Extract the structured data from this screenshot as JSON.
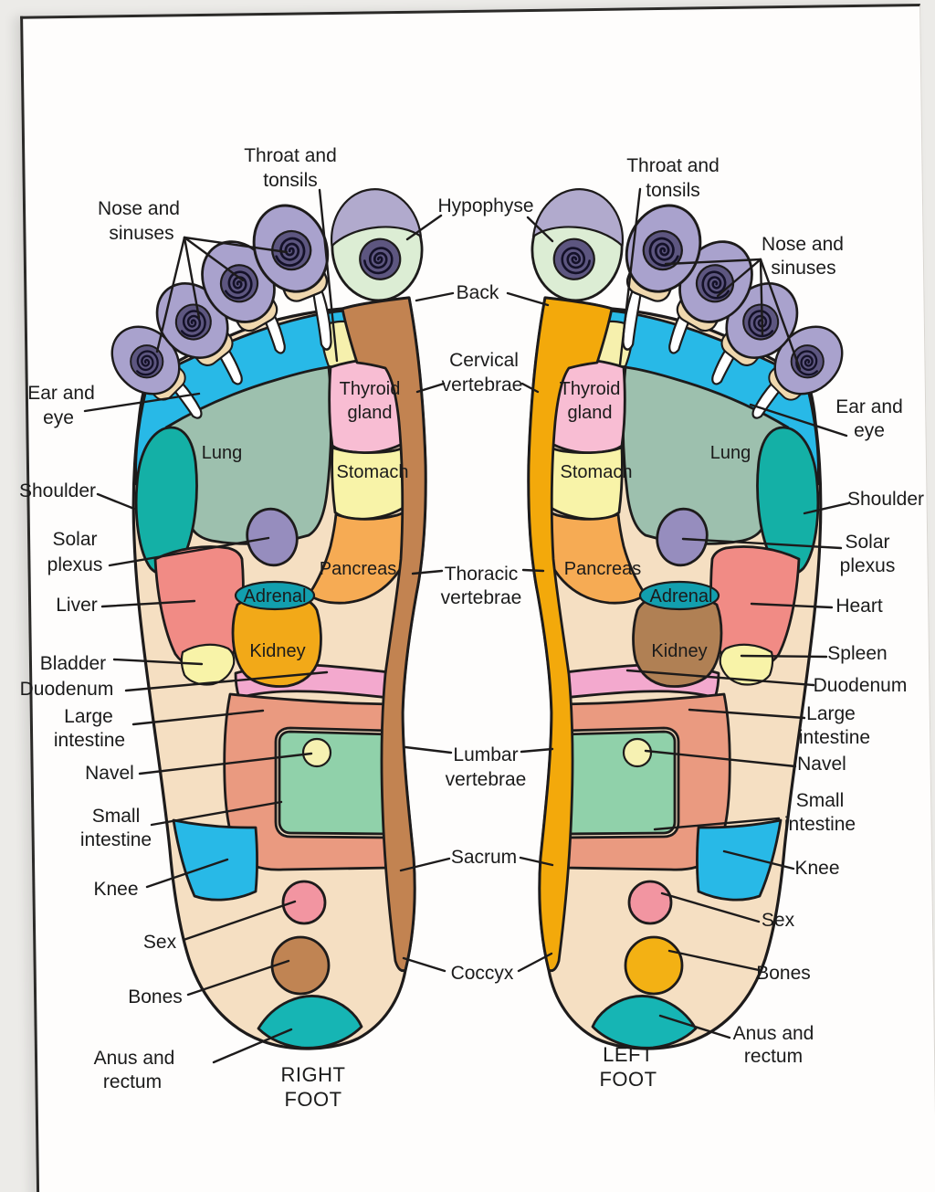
{
  "poster_type": "foot-reflexology-chart",
  "captions": {
    "right_line1": "RIGHT",
    "right_line2": "FOOT",
    "left_line1": "LEFT",
    "left_line2": "FOOT"
  },
  "labels": {
    "throat_l1": "Throat and",
    "throat_l2": "tonsils",
    "nose_l1": "Nose and",
    "nose_l2": "sinuses",
    "hypophyse": "Hypophyse",
    "back": "Back",
    "cervical_l1": "Cervical",
    "cervical_l2": "vertebrae",
    "thoracic_l1": "Thoracic",
    "thoracic_l2": "vertebrae",
    "lumbar_l1": "Lumbar",
    "lumbar_l2": "vertebrae",
    "sacrum": "Sacrum",
    "coccyx": "Coccyx",
    "ear_l1": "Ear and",
    "ear_l2": "eye",
    "shoulder": "Shoulder",
    "solar_l1": "Solar",
    "solar_l2": "plexus",
    "liver": "Liver",
    "heart": "Heart",
    "bladder": "Bladder",
    "spleen": "Spleen",
    "duodenum": "Duodenum",
    "large_l1": "Large",
    "large_l2": "intestine",
    "navel": "Navel",
    "small_l1": "Small",
    "small_l2": "intestine",
    "knee": "Knee",
    "sex": "Sex",
    "bones": "Bones",
    "anus_l1": "Anus and",
    "anus_l2": "rectum",
    "lung": "Lung",
    "thyroid_l1": "Thyroid",
    "thyroid_l2": "gland",
    "stomach": "Stomach",
    "pancreas": "Pancreas",
    "adrenal": "Adrenal",
    "kidney": "Kidney"
  },
  "colors": {
    "outline": "#1d1b1b",
    "sole": "#f5dfc2",
    "toe_lavender": "#a9a2cd",
    "toe_base_cream": "#f0d8ae",
    "big_toe_green": "#dcedd4",
    "toe_cap_lavender": "#b1aacd",
    "spiral_disc": "#5d5680",
    "spiral_line": "#141128",
    "ear_eye_blue": "#28b9e7",
    "shoulder_teal": "#14b0a6",
    "lung_sage": "#9dc0ae",
    "thyroid_pink": "#f8bdd3",
    "throat_wedge_yellow": "#f6f0ad",
    "stomach_yellow": "#f8f3a8",
    "pancreas_orange": "#f6ab54",
    "solar_plexus_lavender": "#968dbe",
    "liver_heart_salmon": "#f18b85",
    "bladder_spleen_yellow": "#f8f3a8",
    "adrenal_teal": "#129fae",
    "kidney_right": "#f2a918",
    "kidney_left": "#b08054",
    "duodenum_pink": "#f3a9ce",
    "large_intestine_salmon": "#ea9a80",
    "small_intestine_green": "#90d1aa",
    "navel_yellow": "#f6f1b2",
    "knee_blue": "#28b9e7",
    "sex_pink": "#f295a1",
    "bones_right": "#c08453",
    "bones_left": "#f3b114",
    "anus_teal": "#16b5b4",
    "spine_right": "#c28351",
    "spine_left": "#f3a90b",
    "gap_white": "#ffffff"
  }
}
